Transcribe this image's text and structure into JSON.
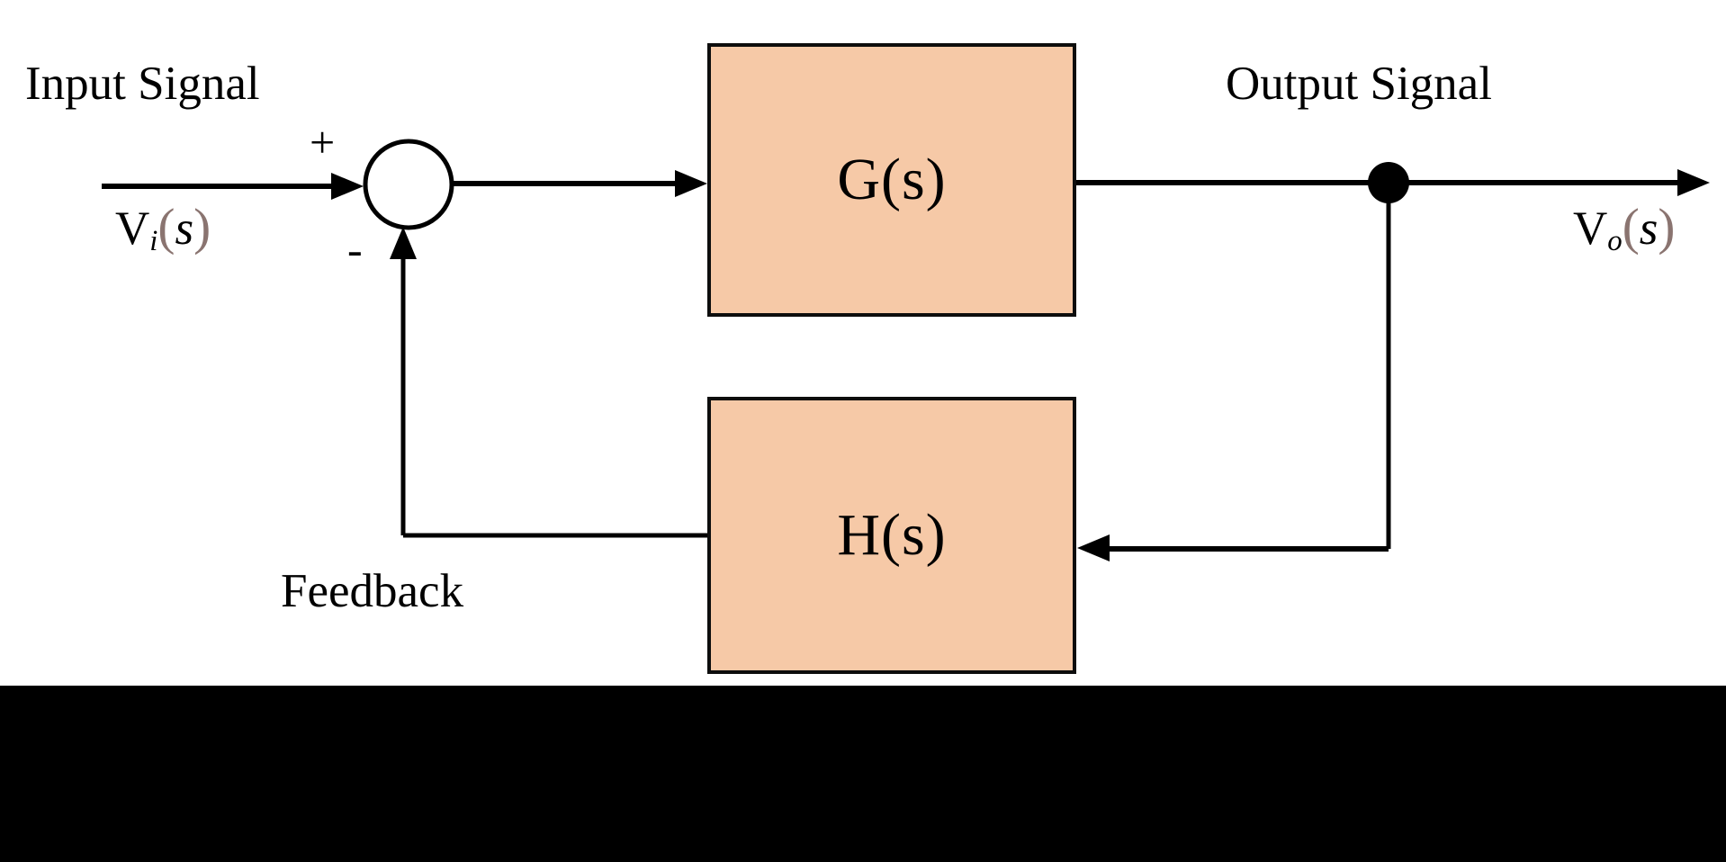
{
  "diagram": {
    "kind": "closed-loop-feedback-control-block-diagram",
    "colors": {
      "background": "#FFFFFF",
      "block_fill": "#F6C9A7",
      "block_border": "#0D0D0D",
      "wire": "#000000",
      "paren_accent": "#8A7470",
      "bottom_bar": "#000000"
    },
    "labels": {
      "input_signal": "Input Signal",
      "output_signal": "Output Signal",
      "feedback": "Feedback",
      "plus": "+",
      "minus": "-"
    },
    "signals": {
      "input": {
        "base": "V",
        "subscript": "i",
        "open_paren": "(",
        "arg": "s",
        "close_paren": ")"
      },
      "output": {
        "base": "V",
        "subscript": "o",
        "open_paren": "(",
        "arg": "s",
        "close_paren": ")"
      }
    },
    "blocks": [
      {
        "id": "forward-path",
        "label": "G(s)"
      },
      {
        "id": "feedback-path",
        "label": "H(s)"
      }
    ]
  }
}
